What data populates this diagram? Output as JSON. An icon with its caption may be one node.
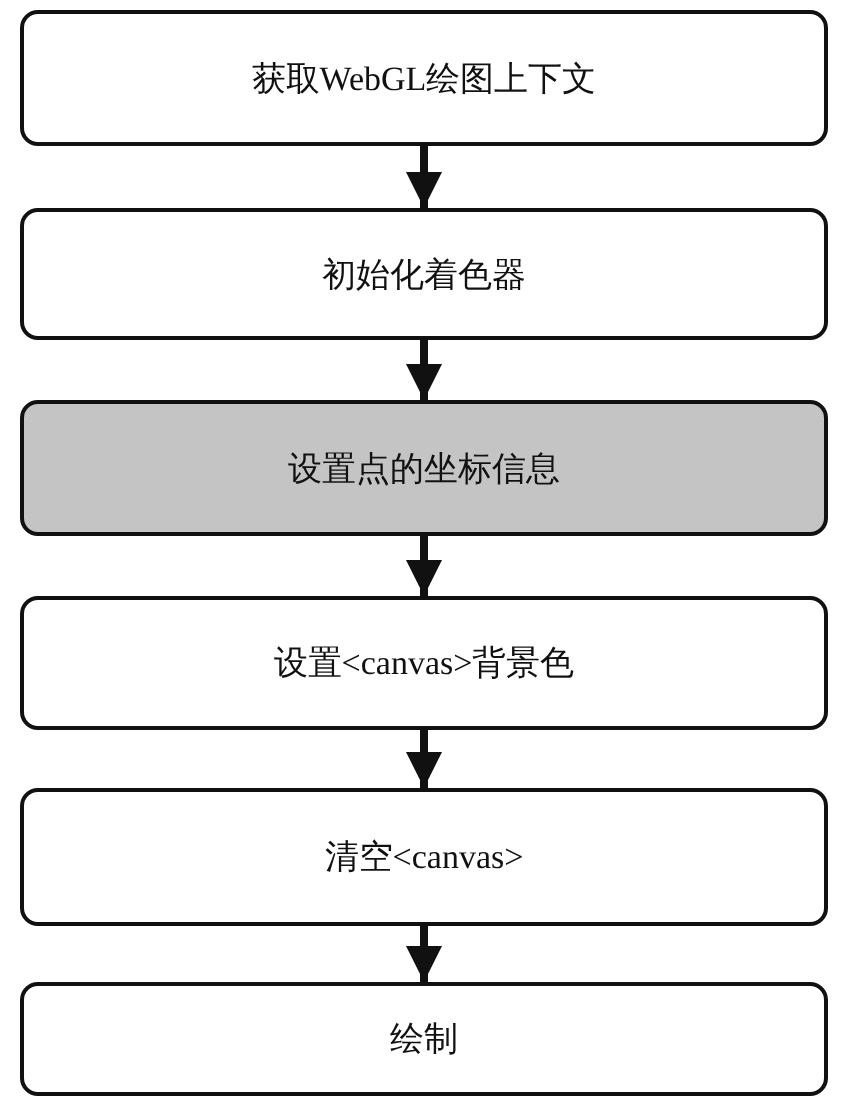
{
  "diagram": {
    "nodes": [
      {
        "text": [
          "获取WebGL绘图上下文"
        ]
      },
      {
        "text": [
          "初始化着色器"
        ]
      },
      {
        "text": [
          "设置点的坐标信息"
        ]
      },
      {
        "text": [
          "设置<canvas>背景色"
        ]
      },
      {
        "text": [
          "清空<canvas>"
        ]
      },
      {
        "text": [
          "绘制"
        ]
      }
    ],
    "edges": [
      {
        "from": 0,
        "to": 1,
        "arrow": "to"
      },
      {
        "from": 1,
        "to": 2,
        "arrow": "to"
      },
      {
        "from": 2,
        "to": 3,
        "arrow": "to"
      },
      {
        "from": 3,
        "to": 4,
        "arrow": "to"
      },
      {
        "from": 4,
        "to": 5,
        "arrow": "to"
      }
    ]
  }
}
